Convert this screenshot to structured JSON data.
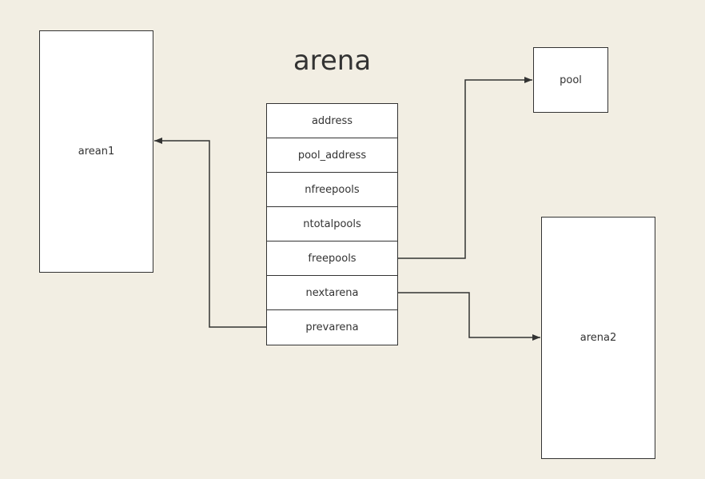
{
  "title": "arena",
  "left_box": {
    "label": "arean1"
  },
  "pool_box": {
    "label": "pool"
  },
  "right_box": {
    "label": "arena2"
  },
  "fields": [
    "address",
    "pool_address",
    "nfreepools",
    "ntotalpools",
    "freepools",
    "nextarena",
    "prevarena"
  ]
}
